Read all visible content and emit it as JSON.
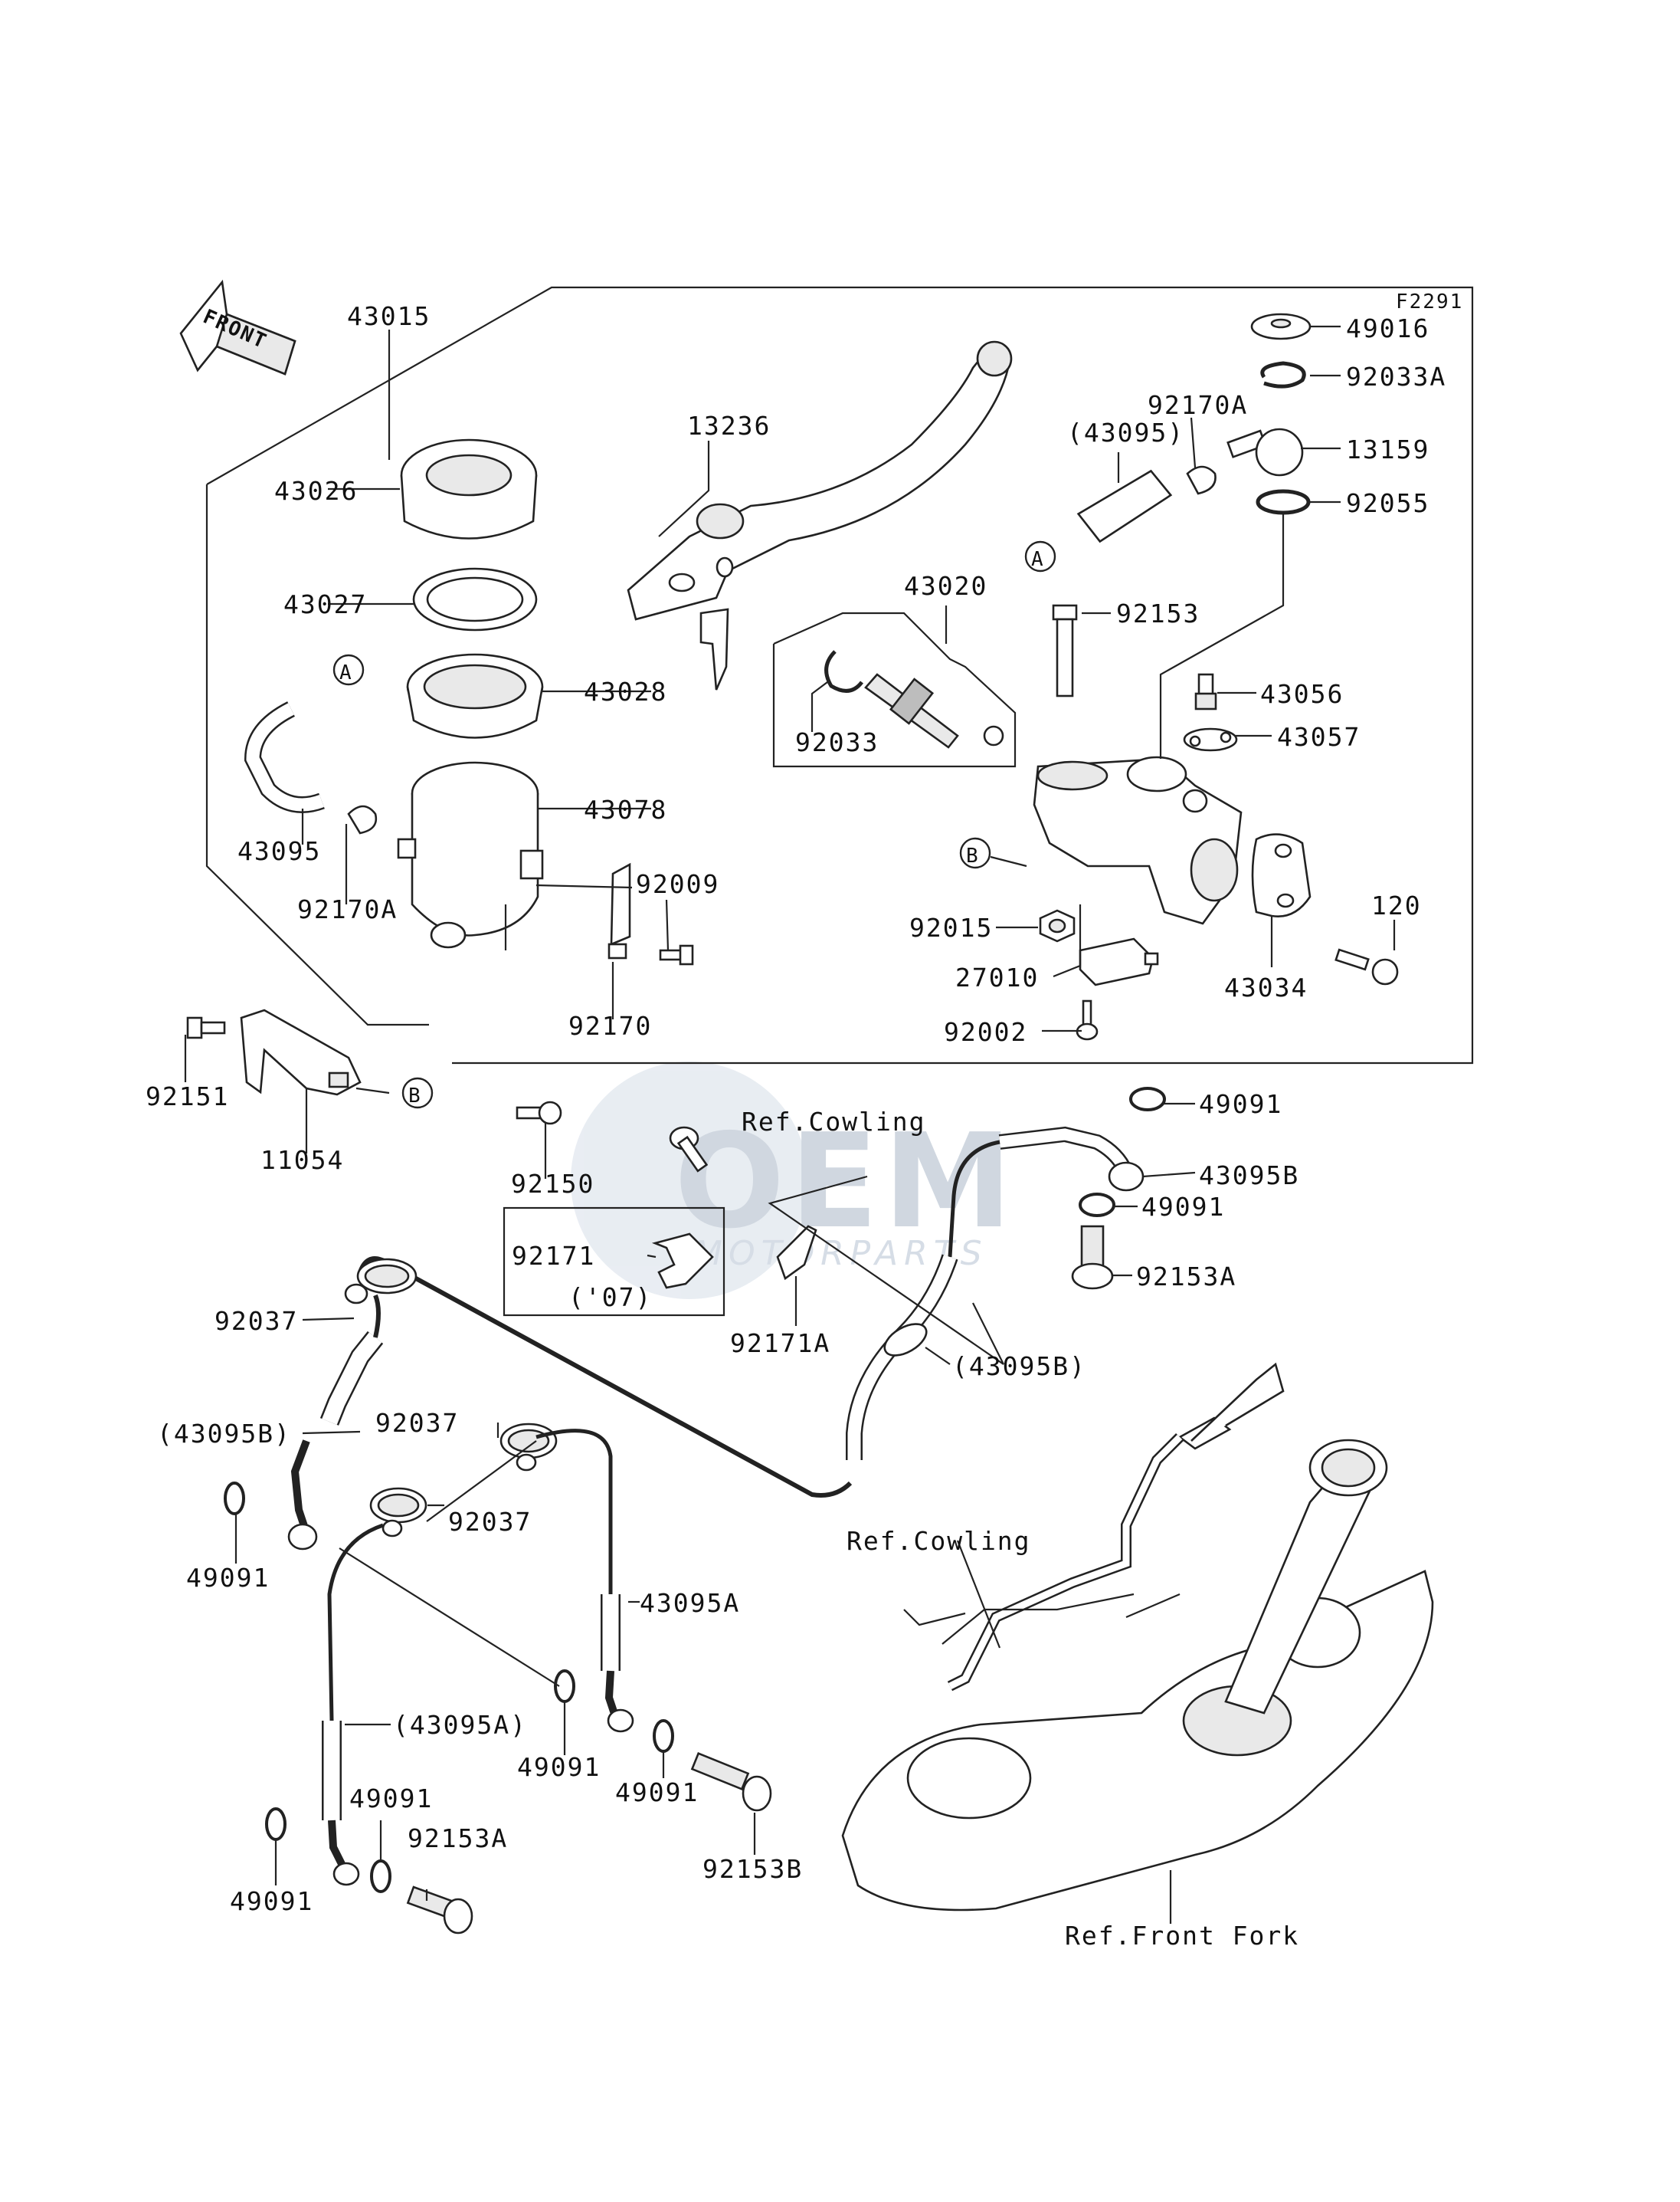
{
  "diagram": {
    "code": "F2291",
    "front_label": "FRONT",
    "parts": [
      {
        "id": "p43015",
        "text": "43015"
      },
      {
        "id": "p43026",
        "text": "43026"
      },
      {
        "id": "p43027",
        "text": "43027"
      },
      {
        "id": "p43028",
        "text": "43028"
      },
      {
        "id": "p43078",
        "text": "43078"
      },
      {
        "id": "p43095",
        "text": "43095"
      },
      {
        "id": "p92170A_l",
        "text": "92170A"
      },
      {
        "id": "p92009",
        "text": "92009"
      },
      {
        "id": "p92170",
        "text": "92170"
      },
      {
        "id": "p92151",
        "text": "92151"
      },
      {
        "id": "p11054",
        "text": "11054"
      },
      {
        "id": "p92150",
        "text": "92150"
      },
      {
        "id": "p13236",
        "text": "13236"
      },
      {
        "id": "p43020",
        "text": "43020"
      },
      {
        "id": "p92033",
        "text": "92033"
      },
      {
        "id": "p43095_paren",
        "text": "(43095)"
      },
      {
        "id": "p92170A_r",
        "text": "92170A"
      },
      {
        "id": "p49016",
        "text": "49016"
      },
      {
        "id": "p92033A",
        "text": "92033A"
      },
      {
        "id": "p13159",
        "text": "13159"
      },
      {
        "id": "p92055",
        "text": "92055"
      },
      {
        "id": "p92153",
        "text": "92153"
      },
      {
        "id": "p43056",
        "text": "43056"
      },
      {
        "id": "p43057",
        "text": "43057"
      },
      {
        "id": "p92015",
        "text": "92015"
      },
      {
        "id": "p27010",
        "text": "27010"
      },
      {
        "id": "p92002",
        "text": "92002"
      },
      {
        "id": "p120",
        "text": "120"
      },
      {
        "id": "p43034",
        "text": "43034"
      },
      {
        "id": "p49091_a",
        "text": "49091"
      },
      {
        "id": "p43095B",
        "text": "43095B"
      },
      {
        "id": "p49091_b",
        "text": "49091"
      },
      {
        "id": "p92153A_r",
        "text": "92153A"
      },
      {
        "id": "p92171",
        "text": "92171"
      },
      {
        "id": "p07",
        "text": "('07)"
      },
      {
        "id": "p92171A",
        "text": "92171A"
      },
      {
        "id": "p43095B_paren",
        "text": "(43095B)"
      },
      {
        "id": "p92037_a",
        "text": "92037"
      },
      {
        "id": "p43095B_paren_l",
        "text": "(43095B)"
      },
      {
        "id": "p92037_b",
        "text": "92037"
      },
      {
        "id": "p92037_c",
        "text": "92037"
      },
      {
        "id": "p49091_c",
        "text": "49091"
      },
      {
        "id": "p43095A",
        "text": "43095A"
      },
      {
        "id": "p49091_d",
        "text": "49091"
      },
      {
        "id": "p43095A_paren",
        "text": "(43095A)"
      },
      {
        "id": "p49091_e",
        "text": "49091"
      },
      {
        "id": "p49091_f",
        "text": "49091"
      },
      {
        "id": "p92153A_l",
        "text": "92153A"
      },
      {
        "id": "p49091_g",
        "text": "49091"
      },
      {
        "id": "p92153B",
        "text": "92153B"
      }
    ],
    "refs": {
      "cowling_1": "Ref.Cowling",
      "cowling_2": "Ref.Cowling",
      "front_fork": "Ref.Front Fork"
    },
    "markers": {
      "a1": "A",
      "a2": "A",
      "b1": "B",
      "b2": "B"
    },
    "watermark": {
      "brand": "OEM",
      "sub": "MOTORPARTS"
    }
  }
}
